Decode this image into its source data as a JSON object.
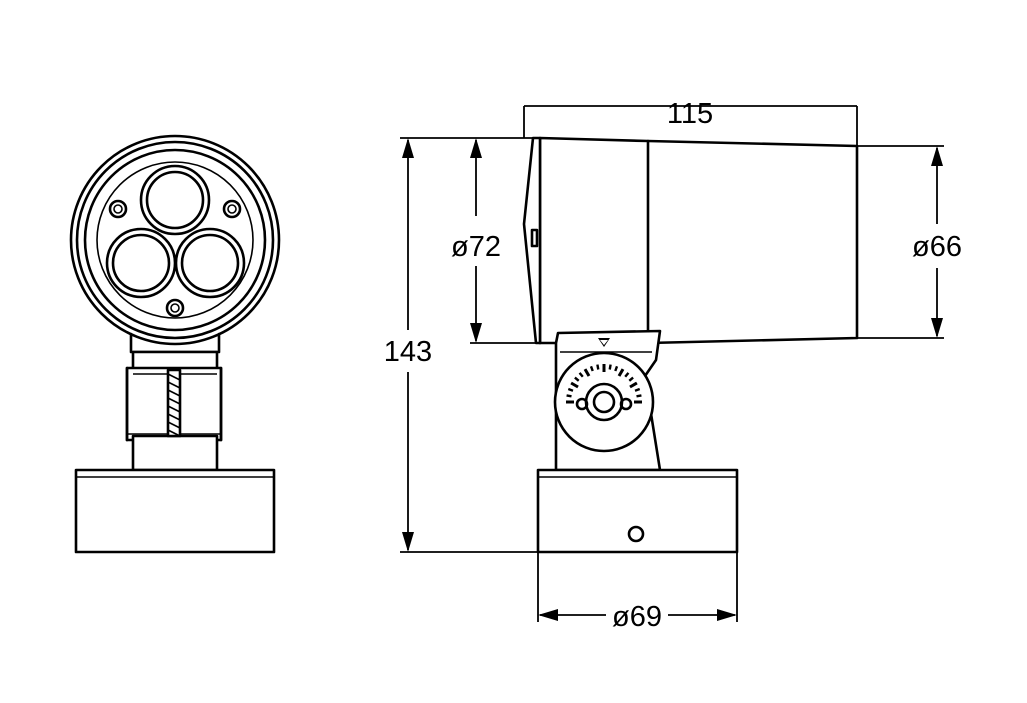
{
  "dimensions": {
    "total_length": "115",
    "body_diameter_front": "ø72",
    "body_diameter_rear": "ø66",
    "total_height": "143",
    "base_diameter": "ø69"
  },
  "colors": {
    "line": "#000000",
    "background": "#ffffff"
  }
}
